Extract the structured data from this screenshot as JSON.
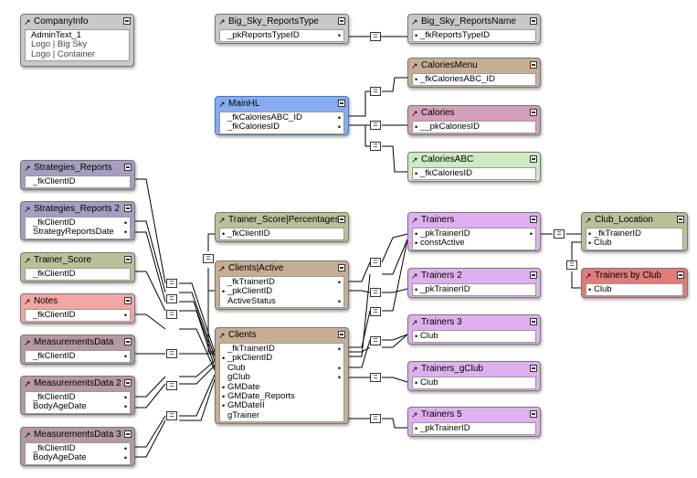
{
  "tables": [
    {
      "id": "companyinfo",
      "name": "CompanyInfo",
      "fields": [
        "AdminText_1",
        "Logo | Big Sky",
        "Logo | Container"
      ],
      "color": "#c8c8c8"
    },
    {
      "id": "bsrtype",
      "name": "Big_Sky_ReportsType",
      "fields": [
        "_pkReportsTypeID"
      ],
      "color": "#c8c8c8"
    },
    {
      "id": "bsrname",
      "name": "Big_Sky_ReportsName",
      "fields": [
        "_fkReportsTypeID"
      ],
      "color": "#c8c8c8"
    },
    {
      "id": "calmenu",
      "name": "CaloriesMenu",
      "fields": [
        "_fkCaloriesABC_ID"
      ],
      "color": "#c6ae94"
    },
    {
      "id": "mainhl",
      "name": "MainHL",
      "fields": [
        "_fkCaloriesABC_ID",
        "_fkCaloriesID"
      ],
      "color": "#87abf2"
    },
    {
      "id": "calories",
      "name": "Calories",
      "fields": [
        "__pkCaloriesID"
      ],
      "color": "#d4a0b6"
    },
    {
      "id": "calabc",
      "name": "CaloriesABC",
      "fields": [
        "_fkCaloriesID"
      ],
      "color": "#cdeac0"
    },
    {
      "id": "strat",
      "name": "Strategies_Reports",
      "fields": [
        "_fkClientID"
      ],
      "color": "#a59ec0"
    },
    {
      "id": "strat2",
      "name": "Strategies_Reports 2",
      "fields": [
        "_fkClientID",
        "StrategyReportsDate"
      ],
      "color": "#a59ec0"
    },
    {
      "id": "tscore",
      "name": "Trainer_Score",
      "fields": [
        "_fkClientID"
      ],
      "color": "#b8c298"
    },
    {
      "id": "notes",
      "name": "Notes",
      "fields": [
        "_fkClientID"
      ],
      "color": "#f2a5a5"
    },
    {
      "id": "meas",
      "name": "MeasurementsData",
      "fields": [
        "_fkClientID"
      ],
      "color": "#b49aa0"
    },
    {
      "id": "meas2",
      "name": "MeasurementsData 2",
      "fields": [
        "_fkClientID",
        "BodyAgeDate"
      ],
      "color": "#b49aa0"
    },
    {
      "id": "meas3",
      "name": "MeasurementsData 3",
      "fields": [
        "_fkClientID",
        "BodyAgeDate"
      ],
      "color": "#b49aa0"
    },
    {
      "id": "tspct",
      "name": "Trainer_Score|Percentages",
      "fields": [
        "_fkClientID"
      ],
      "color": "#b8c298"
    },
    {
      "id": "clact",
      "name": "Clients|Active",
      "fields": [
        "_fkTrainerID",
        "_pkClientID",
        "ActiveStatus"
      ],
      "color": "#c6ae94"
    },
    {
      "id": "clients",
      "name": "Clients",
      "fields": [
        "_fkTrainerID",
        "_pkClientID",
        "Club",
        "gClub",
        "GMDate",
        "GMDate_Reports",
        "GMDateII",
        "gTrainer"
      ],
      "color": "#c6ae94"
    },
    {
      "id": "trainers",
      "name": "Trainers",
      "fields": [
        "_pkTrainerID",
        "constActive"
      ],
      "color": "#dfb0ef"
    },
    {
      "id": "trainers2",
      "name": "Trainers 2",
      "fields": [
        "_pkTrainerID"
      ],
      "color": "#dfb0ef"
    },
    {
      "id": "trainers3",
      "name": "Trainers 3",
      "fields": [
        "Club"
      ],
      "color": "#dfb0ef"
    },
    {
      "id": "trgclub",
      "name": "Trainers_gClub",
      "fields": [
        "Club"
      ],
      "color": "#dfb0ef"
    },
    {
      "id": "trainers5",
      "name": "Trainers 5",
      "fields": [
        "_pkTrainerID"
      ],
      "color": "#dfb0ef"
    },
    {
      "id": "clubloc",
      "name": "Club_Location",
      "fields": [
        "_fkTrainerID",
        "Club"
      ],
      "color": "#b8c298"
    },
    {
      "id": "trbyclub",
      "name": "Trainers by Club",
      "fields": [
        "Club"
      ],
      "color": "#e07b78"
    }
  ],
  "relationship_operator": "="
}
